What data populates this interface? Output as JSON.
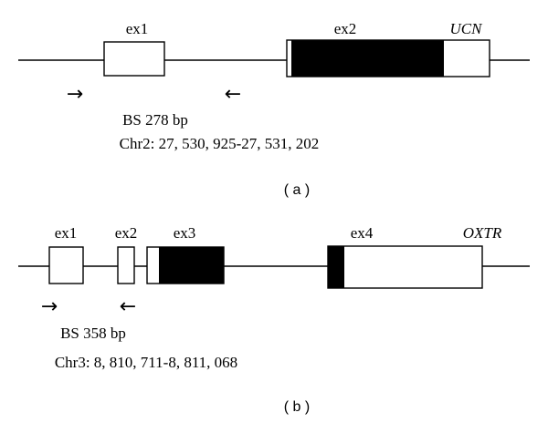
{
  "panel_a": {
    "exon1_label": "ex1",
    "exon2_label": "ex2",
    "gene_name": "UCN",
    "forward_arrow": "→",
    "reverse_arrow": "←",
    "bs_label": "BS 278 bp",
    "chr_label": "Chr2: 27, 530, 925-27, 531, 202",
    "caption": "( a )"
  },
  "panel_b": {
    "exon1_label": "ex1",
    "exon2_label": "ex2",
    "exon3_label": "ex3",
    "exon4_label": "ex4",
    "gene_name": "OXTR",
    "forward_arrow": "→",
    "reverse_arrow": "←",
    "bs_label": "BS 358 bp",
    "chr_label": "Chr3: 8, 810, 711-8, 811, 068",
    "caption": "( b )"
  }
}
